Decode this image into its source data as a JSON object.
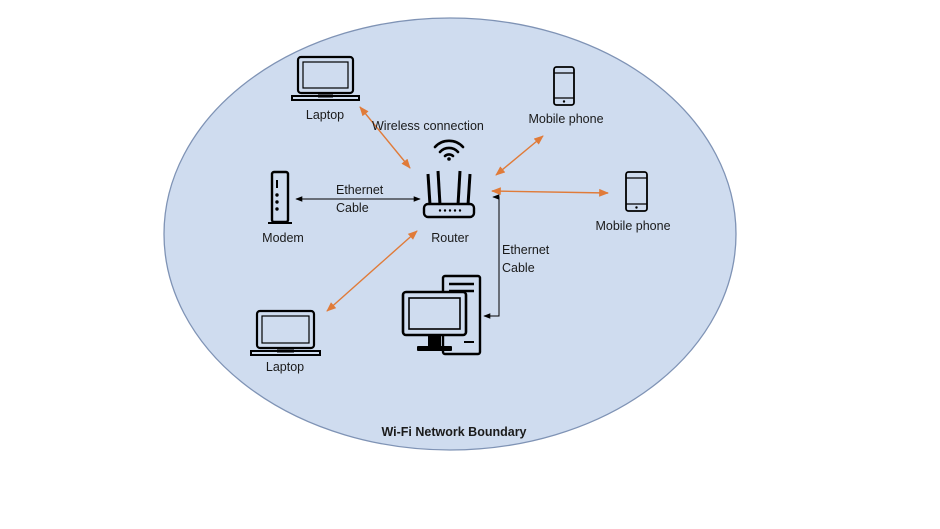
{
  "diagram": {
    "boundary_label": "Wi-Fi Network Boundary",
    "nodes": {
      "laptop_top": "Laptop",
      "laptop_bottom": "Laptop",
      "modem": "Modem",
      "router": "Router",
      "mobile_top": "Mobile phone",
      "mobile_right": "Mobile phone"
    },
    "edges": {
      "wireless": "Wireless connection",
      "ethernet_modem_line1": "Ethernet",
      "ethernet_modem_line2": "Cable",
      "ethernet_pc_line1": "Ethernet",
      "ethernet_pc_line2": "Cable"
    },
    "icons": [
      "laptop-icon",
      "modem-icon",
      "router-icon",
      "wifi-icon",
      "mobile-phone-icon",
      "desktop-computer-icon"
    ],
    "colors": {
      "boundary_fill": "#cfdcef",
      "boundary_stroke": "#7f93b5",
      "wireless_arrow": "#e07b39",
      "cable_arrow": "#000000"
    }
  }
}
